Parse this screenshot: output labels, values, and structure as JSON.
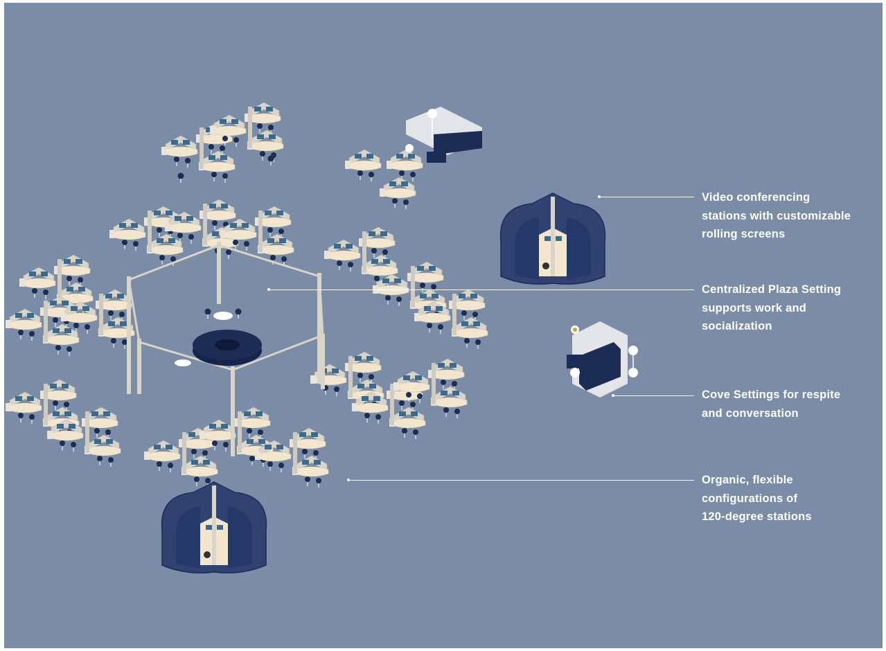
{
  "callouts": [
    {
      "id": "video",
      "text": "Video conferencing\nstations with customizable\nrolling screens",
      "icon": "video-pod-icon"
    },
    {
      "id": "plaza",
      "text": "Centralized Plaza Setting\nsupports work and\nsocialization",
      "icon": "plaza-icon"
    },
    {
      "id": "cove",
      "text": "Cove Settings for respite\nand conversation",
      "icon": "cove-sofa-icon"
    },
    {
      "id": "organic",
      "text": "Organic, flexible\nconfigurations of\n120-degree stations",
      "icon": "workstation-cluster-icon"
    }
  ],
  "colors": {
    "background": "#7b8ca6",
    "desk": "#f2e6cf",
    "panel": "#d9d4c8",
    "navy": "#1c2d55",
    "pod": "#2f4272",
    "screen": "#3d6a8a",
    "text": "#ffffff"
  }
}
